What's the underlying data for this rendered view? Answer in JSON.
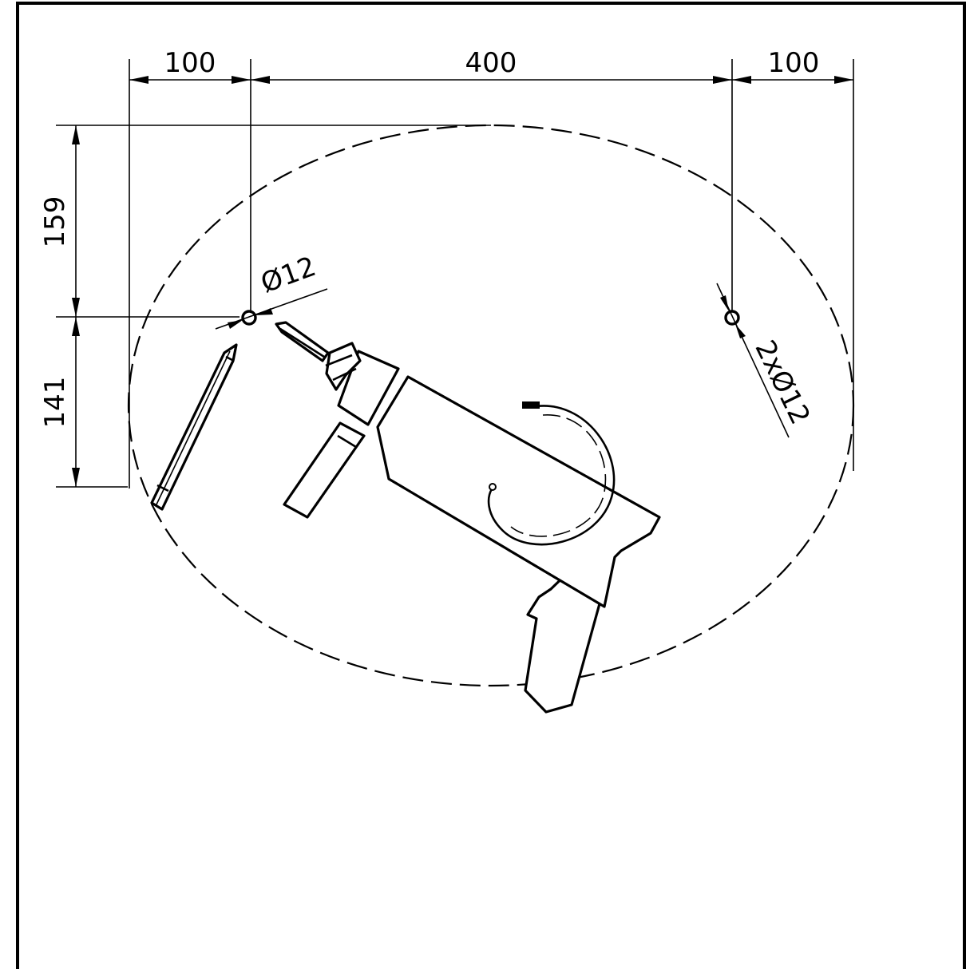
{
  "drawing": {
    "dimensions": {
      "left_offset": "100",
      "hole_spacing": "400",
      "right_offset": "100",
      "upper_vertical": "159",
      "lower_vertical": "141"
    },
    "callouts": {
      "hole_diameter": "Ø12",
      "hole_count_diameter": "2xØ12"
    },
    "elements": {
      "boundary": "dashed-circle",
      "tool": "drill-icon",
      "accessory": "pencil-icon"
    }
  }
}
